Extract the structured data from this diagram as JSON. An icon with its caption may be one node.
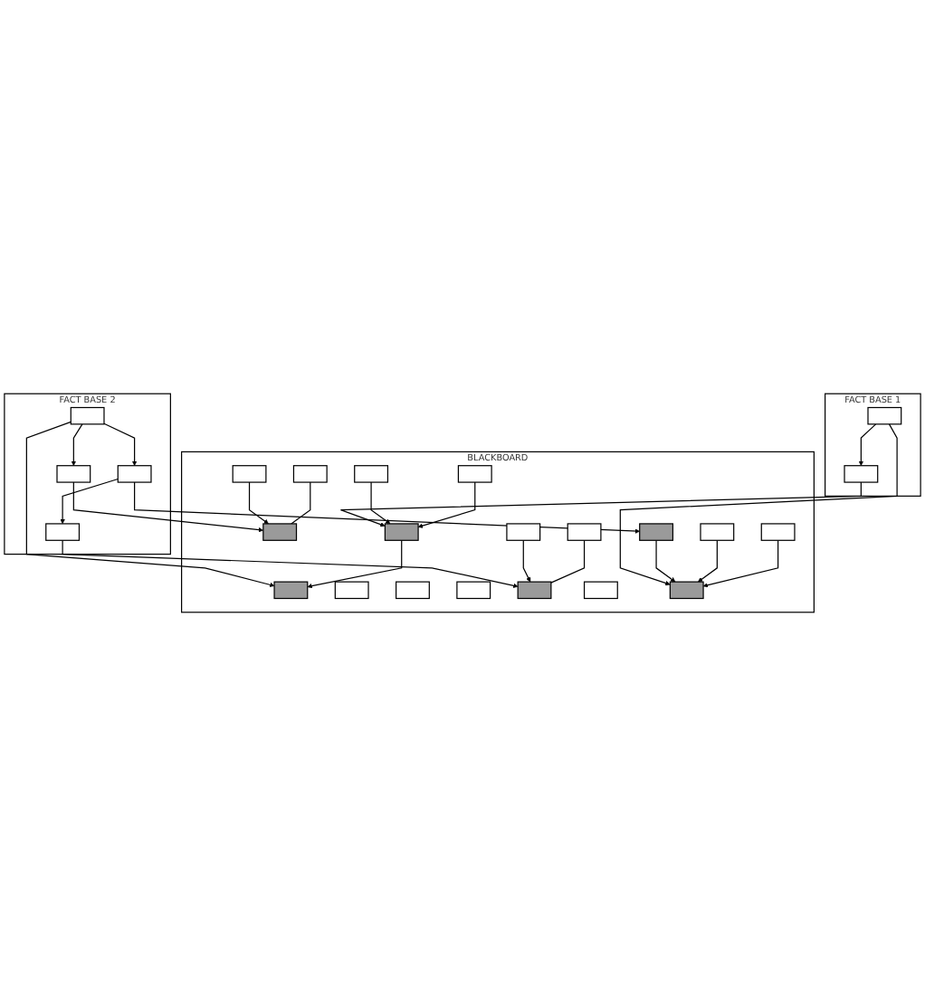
{
  "diagram": {
    "nodes": [
      {
        "text": [
          "FACT BASE 1"
        ]
      },
      {
        "text": [],
        "shape": "box",
        "in": 0
      },
      {
        "text": [],
        "shape": "box",
        "in": 0
      },
      {
        "text": [
          "FACT BASE 2"
        ]
      },
      {
        "text": [],
        "shape": "box",
        "in": 3
      },
      {
        "text": [],
        "shape": "box",
        "in": 3
      },
      {
        "text": [],
        "shape": "box",
        "in": 3
      },
      {
        "text": [],
        "shape": "box",
        "in": 3
      },
      {
        "text": [
          "BLACKBOARD"
        ]
      },
      {
        "text": [],
        "shape": "box",
        "in": 8
      },
      {
        "text": [],
        "shape": "box",
        "in": 8
      },
      {
        "text": [],
        "shape": "box",
        "in": 8
      },
      {
        "text": [],
        "shape": "box",
        "in": 8
      },
      {
        "text": [],
        "shape": "box",
        "in": 8
      },
      {
        "text": [],
        "shape": "box",
        "in": 8
      },
      {
        "text": [],
        "shape": "box",
        "in": 8
      },
      {
        "text": [],
        "shape": "box",
        "in": 8
      },
      {
        "text": [],
        "shape": "box",
        "in": 8
      },
      {
        "text": [],
        "shape": "box",
        "in": 8
      },
      {
        "text": [],
        "shape": "box",
        "in": 8
      },
      {
        "text": [],
        "shape": "box",
        "in": 8
      },
      {
        "text": [],
        "shape": "box",
        "in": 8
      },
      {
        "text": [],
        "shape": "box",
        "in": 8
      },
      {
        "text": [],
        "shape": "box",
        "in": 8
      },
      {
        "text": [],
        "shape": "box",
        "in": 8
      },
      {
        "text": [],
        "shape": "box",
        "in": 8
      },
      {
        "text": [],
        "shape": "box",
        "in": 8
      }
    ],
    "edges": [
      {
        "from": 1,
        "to": 2,
        "arrow": "to"
      },
      {
        "from": 1,
        "to": 24,
        "arrow": "to"
      },
      {
        "from": 2,
        "to": 15,
        "arrow": "to"
      },
      {
        "from": 4,
        "to": 9,
        "arrow": "to"
      },
      {
        "from": 4,
        "to": 5,
        "arrow": "to"
      },
      {
        "from": 4,
        "to": 6,
        "arrow": "to"
      },
      {
        "from": 5,
        "to": 11,
        "arrow": "to"
      },
      {
        "from": 6,
        "to": 18,
        "arrow": "to"
      },
      {
        "from": 6,
        "to": 7,
        "arrow": "to"
      },
      {
        "from": 7,
        "to": 20,
        "arrow": "to"
      },
      {
        "from": 15,
        "to": 9,
        "arrow": "to"
      },
      {
        "from": 13,
        "to": 15,
        "arrow": "to"
      },
      {
        "from": 16,
        "to": 15,
        "arrow": "to"
      },
      {
        "from": 17,
        "to": 11,
        "arrow": "to"
      },
      {
        "from": 14,
        "to": 11,
        "arrow": "none"
      },
      {
        "from": 18,
        "to": 24,
        "arrow": "to"
      },
      {
        "from": 22,
        "to": 24,
        "arrow": "to"
      },
      {
        "from": 25,
        "to": 24,
        "arrow": "to"
      },
      {
        "from": 26,
        "to": 20,
        "arrow": "to"
      },
      {
        "from": 23,
        "to": 20,
        "arrow": "none"
      }
    ]
  }
}
